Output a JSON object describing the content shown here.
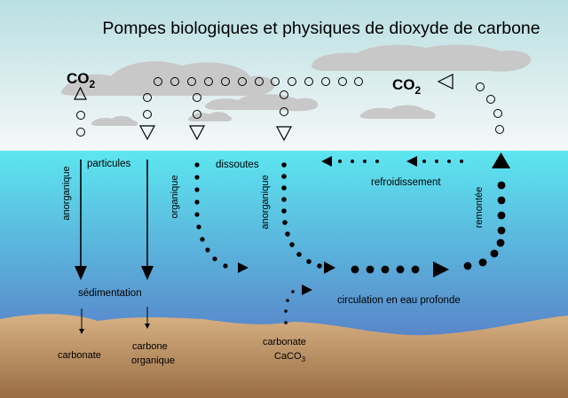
{
  "title": "Pompes biologiques et physiques de dioxyde de carbone",
  "co2": {
    "base": "CO",
    "sub": "2"
  },
  "labels": {
    "particules": "particules",
    "dissoutes": "dissoutes",
    "anorganique": "anorganique",
    "organique": "organique",
    "refroidissement": "refroidissement",
    "remontee": "remontée",
    "sedimentation": "sédimentation",
    "circulation": "circulation en eau profonde",
    "carbonate": "carbonate",
    "carbone_line1": "carbone",
    "carbone_line2": "organique",
    "carbonate_caco3": "carbonate",
    "caco3": {
      "base": "CaCO",
      "sub": "3"
    }
  },
  "colors": {
    "sky_top": "#b9dfe2",
    "sky_bottom": "#f6f8f8",
    "cloud": "#c8c8c8",
    "ocean_top": "#5de6f0",
    "ocean_bottom": "#5766bd",
    "seabed_top": "#d7b183",
    "seabed_bottom": "#9a6d44",
    "sediment_text": "#f3e26a"
  }
}
